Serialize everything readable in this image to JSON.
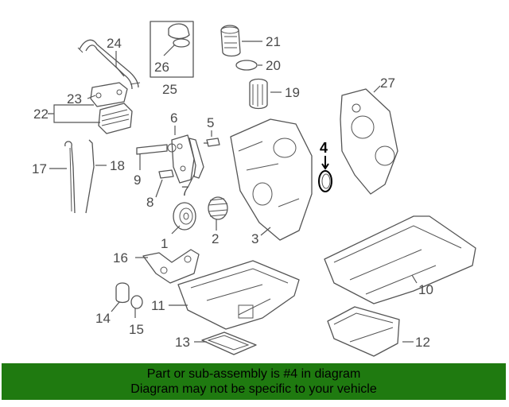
{
  "diagram": {
    "highlight_color": "#000000",
    "callouts": [
      {
        "id": "1",
        "label": "1"
      },
      {
        "id": "2",
        "label": "2"
      },
      {
        "id": "3",
        "label": "3"
      },
      {
        "id": "4",
        "label": "4"
      },
      {
        "id": "5",
        "label": "5"
      },
      {
        "id": "6",
        "label": "6"
      },
      {
        "id": "7",
        "label": "7"
      },
      {
        "id": "8",
        "label": "8"
      },
      {
        "id": "9",
        "label": "9"
      },
      {
        "id": "10",
        "label": "10"
      },
      {
        "id": "11",
        "label": "11"
      },
      {
        "id": "12",
        "label": "12"
      },
      {
        "id": "13",
        "label": "13"
      },
      {
        "id": "14",
        "label": "14"
      },
      {
        "id": "15",
        "label": "15"
      },
      {
        "id": "16",
        "label": "16"
      },
      {
        "id": "17",
        "label": "17"
      },
      {
        "id": "18",
        "label": "18"
      },
      {
        "id": "19",
        "label": "19"
      },
      {
        "id": "20",
        "label": "20"
      },
      {
        "id": "21",
        "label": "21"
      },
      {
        "id": "22",
        "label": "22"
      },
      {
        "id": "23",
        "label": "23"
      },
      {
        "id": "24",
        "label": "24"
      },
      {
        "id": "25",
        "label": "25"
      },
      {
        "id": "26",
        "label": "26"
      },
      {
        "id": "27",
        "label": "27"
      }
    ]
  },
  "banner": {
    "line1": "Part or sub-assembly is #4 in diagram",
    "line2": "Diagram may not be specific to your vehicle",
    "background_color": "#1f7a10"
  }
}
